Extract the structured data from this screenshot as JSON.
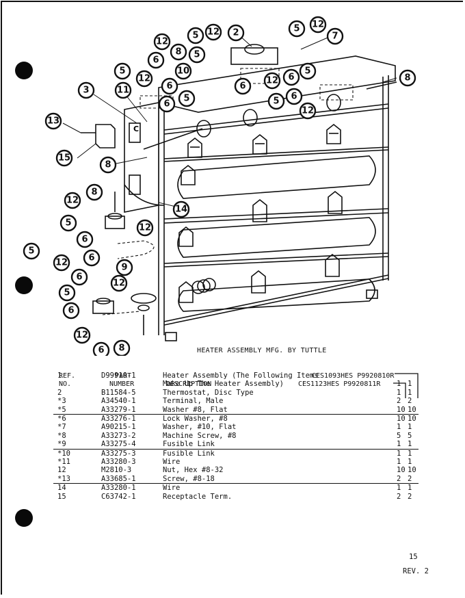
{
  "diagram": {
    "caption": "HEATER ASSEMBLY MFG. BY TUTTLE",
    "callouts": [
      "2",
      "5",
      "12",
      "5",
      "12",
      "7",
      "12",
      "6",
      "8",
      "5",
      "5",
      "12",
      "6",
      "10",
      "5",
      "6",
      "6",
      "12",
      "5",
      "6",
      "3",
      "11",
      "5",
      "6",
      "12",
      "13",
      "15",
      "8",
      "8",
      "8",
      "12",
      "14",
      "12",
      "5",
      "6",
      "5",
      "6",
      "9",
      "12",
      "6",
      "5",
      "12",
      "6",
      "12",
      "6",
      "8"
    ],
    "panel_label": "C"
  },
  "table": {
    "headers": {
      "ref": [
        "REF.",
        "NO."
      ],
      "part": [
        "PART",
        "NUMBER"
      ],
      "description": "DESCRIPTION",
      "model_1": "CES1093HES  P9920810R",
      "model_2": "CES1123HES  P9920811R"
    },
    "rows": [
      {
        "ref": "1",
        "part": "D99910-1",
        "desc": "Heater Assembly (The Following Items",
        "q1": "",
        "q2": ""
      },
      {
        "ref": "",
        "part": "",
        "desc": "Make Up The Heater Assembly)",
        "q1": "1",
        "q2": "1"
      },
      {
        "ref": "2",
        "part": "B11584-5",
        "desc": "Thermostat, Disc Type",
        "q1": "1",
        "q2": "1"
      },
      {
        "ref": "*3",
        "part": "A34540-1",
        "desc": "Terminal, Male",
        "q1": "2",
        "q2": "2"
      },
      {
        "ref": "*5",
        "part": "A33279-1",
        "desc": "Washer #8, Flat",
        "q1": "10",
        "q2": "10"
      },
      {
        "ref": "*6",
        "part": "A33276-1",
        "desc": "Lock Washer, #8",
        "q1": "10",
        "q2": "10"
      },
      {
        "ref": "*7",
        "part": "A90215-1",
        "desc": "Washer, #10, Flat",
        "q1": "1",
        "q2": "1"
      },
      {
        "ref": "*8",
        "part": "A33273-2",
        "desc": "Machine Screw, #8",
        "q1": "5",
        "q2": "5"
      },
      {
        "ref": "*9",
        "part": "A33275-4",
        "desc": "Fusible Link",
        "q1": "1",
        "q2": "1"
      },
      {
        "ref": "*10",
        "part": "A33275-3",
        "desc": "Fusible Link",
        "q1": "1",
        "q2": "1"
      },
      {
        "ref": "*11",
        "part": "A33280-3",
        "desc": "Wire",
        "q1": "1",
        "q2": "1"
      },
      {
        "ref": "12",
        "part": "M2810-3",
        "desc": "Nut, Hex #8-32",
        "q1": "10",
        "q2": "10"
      },
      {
        "ref": "*13",
        "part": "A33685-1",
        "desc": "Screw, #8-18",
        "q1": "2",
        "q2": "2"
      },
      {
        "ref": "14",
        "part": "A33280-1",
        "desc": "Wire",
        "q1": "1",
        "q2": "1"
      },
      {
        "ref": "15",
        "part": "C63742-1",
        "desc": "Receptacle Term.",
        "q1": "2",
        "q2": "2"
      }
    ]
  },
  "footer": {
    "page_number": "15",
    "revision": "REV. 2"
  }
}
